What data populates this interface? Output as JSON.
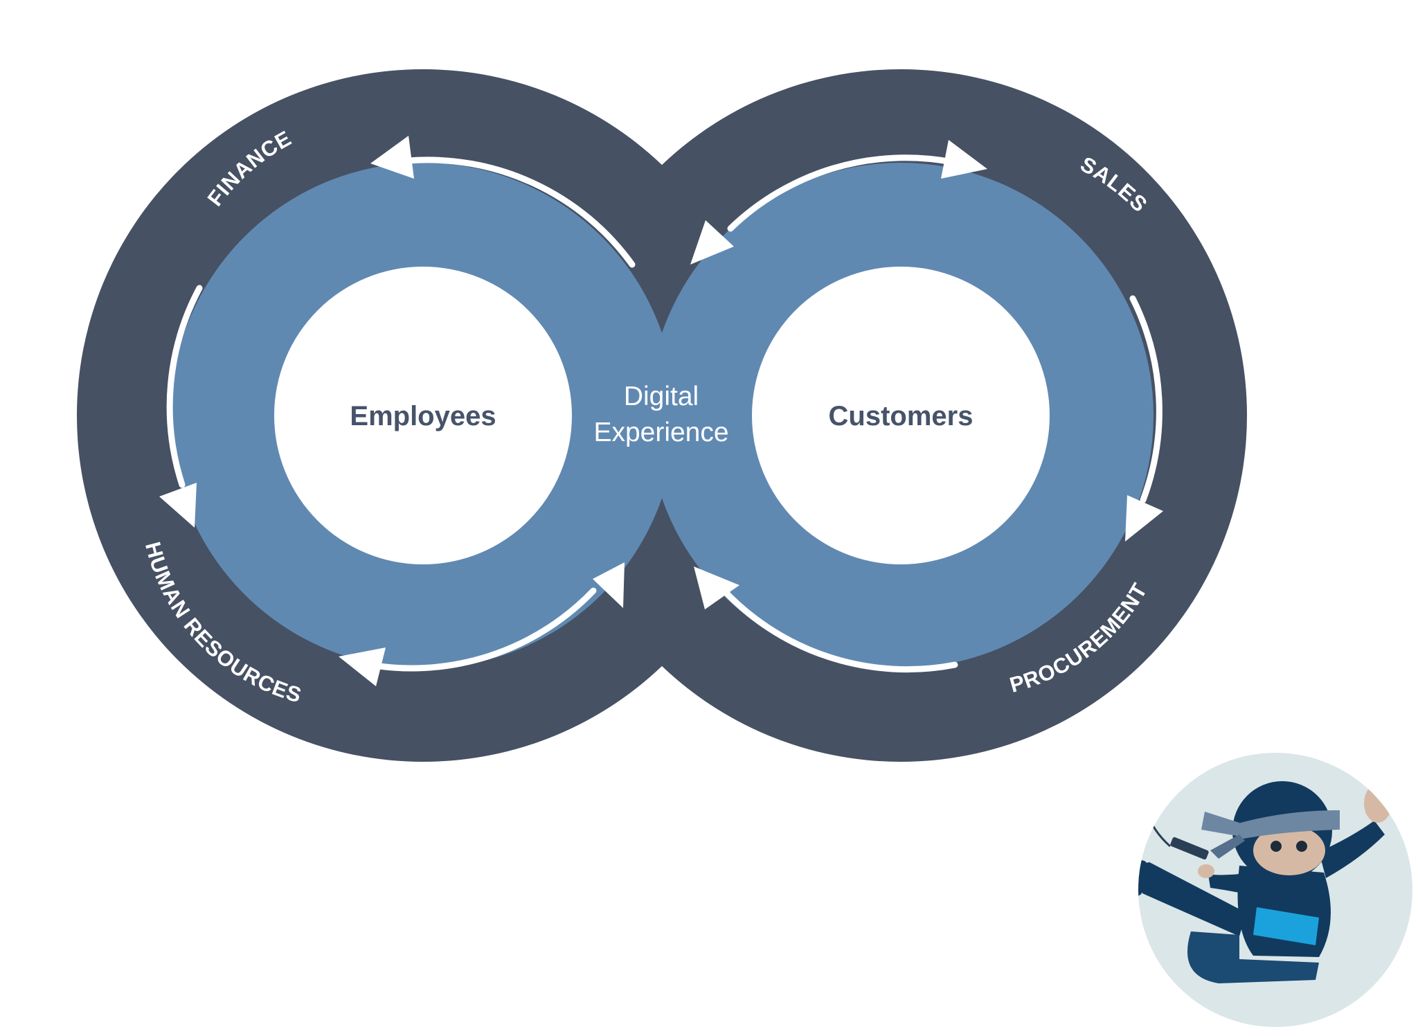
{
  "diagram": {
    "nodes": {
      "employees": "Employees",
      "customers": "Customers"
    },
    "center": {
      "line1": "Digital",
      "line2": "Experience"
    },
    "functions": {
      "finance": "FINANCE",
      "human_resources": "HUMAN RESOURCES",
      "sales": "SALES",
      "procurement": "PROCUREMENT"
    },
    "mascot": "ninja-mascot"
  },
  "colors": {
    "outer_ring": "#465163",
    "inner_ring": "#6089b2",
    "node_fill": "#ffffff",
    "text_dark": "#46536a",
    "mascot_backdrop": "#dbe6e8",
    "mascot_navy": "#123a5e",
    "mascot_accent": "#1ba2dd"
  }
}
